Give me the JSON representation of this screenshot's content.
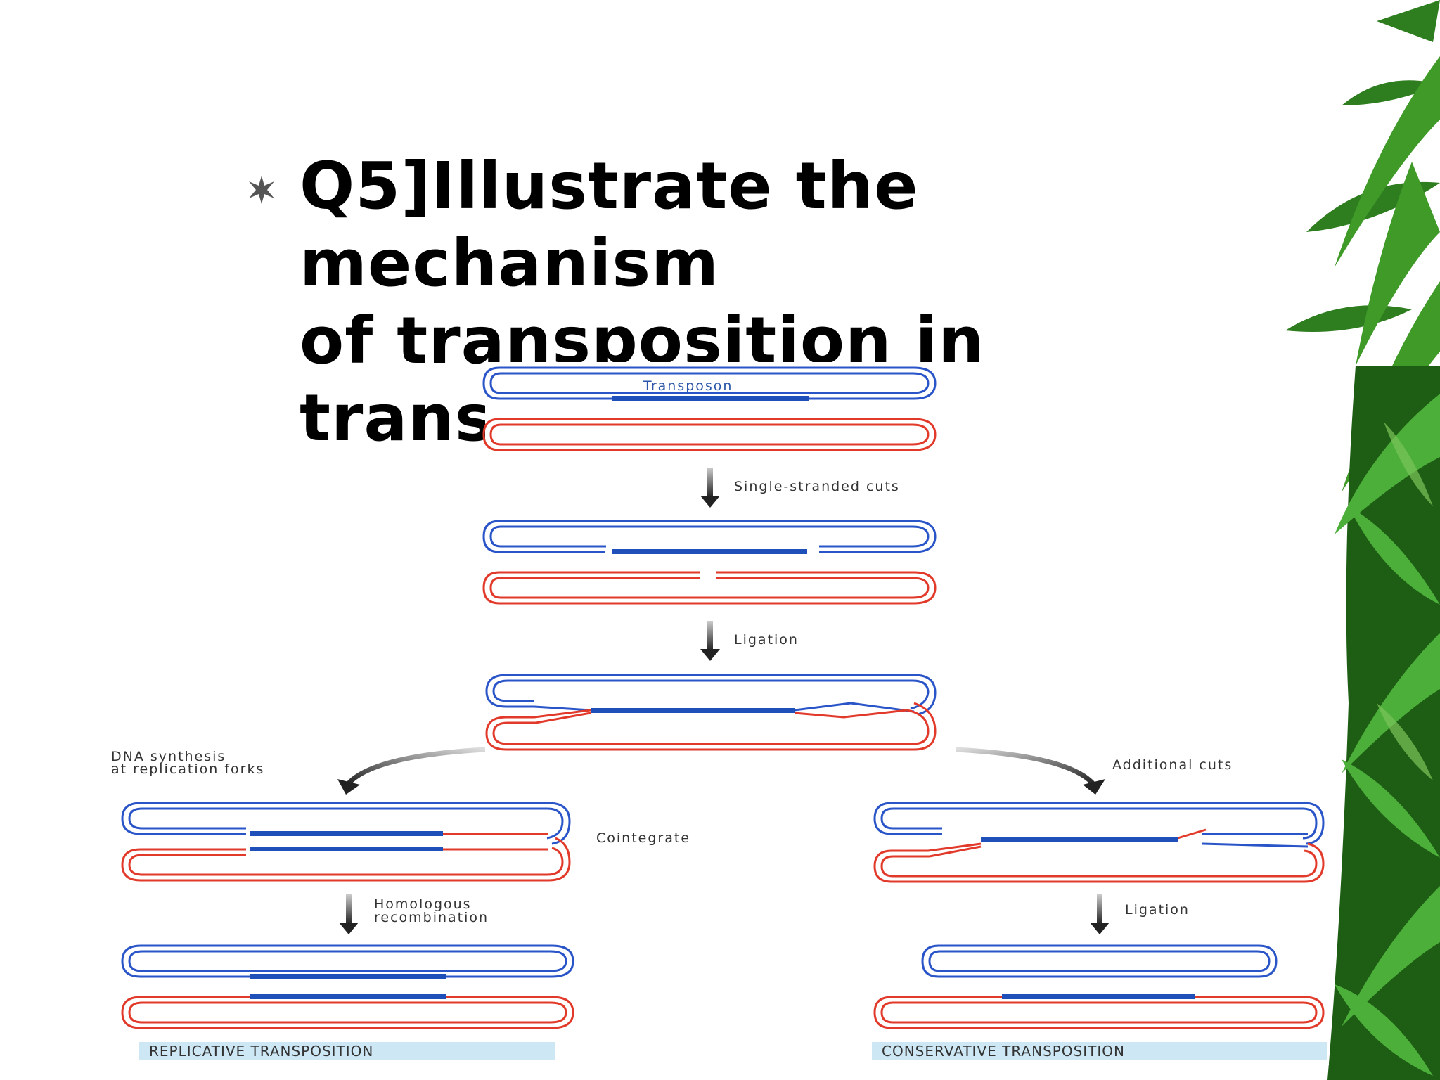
{
  "slide": {
    "bullet_icon": "star-burst-bullet-icon",
    "title_lines": [
      "Q5]Illustrate the mechanism",
      "of transposition in",
      "transposons."
    ]
  },
  "diagram": {
    "labels": {
      "transposon": "Transposon",
      "single_stranded_cuts": "Single-stranded cuts",
      "ligation_top": "Ligation",
      "dna_synthesis_line1": "DNA synthesis",
      "dna_synthesis_line2": "at replication forks",
      "additional_cuts": "Additional cuts",
      "cointegrate": "Cointegrate",
      "homologous_line1": "Homologous",
      "homologous_line2": "recombination",
      "ligation_right": "Ligation",
      "replicative": "REPLICATIVE TRANSPOSITION",
      "conservative": "CONSERVATIVE TRANSPOSITION"
    },
    "colors": {
      "donor_dna": "#2a55c8",
      "target_dna": "#e23a2a",
      "transposon": "#1f4fb8",
      "arrow": "#333333",
      "caption_bg": "#cde7f4",
      "leaf": "#2e7d1f"
    }
  }
}
